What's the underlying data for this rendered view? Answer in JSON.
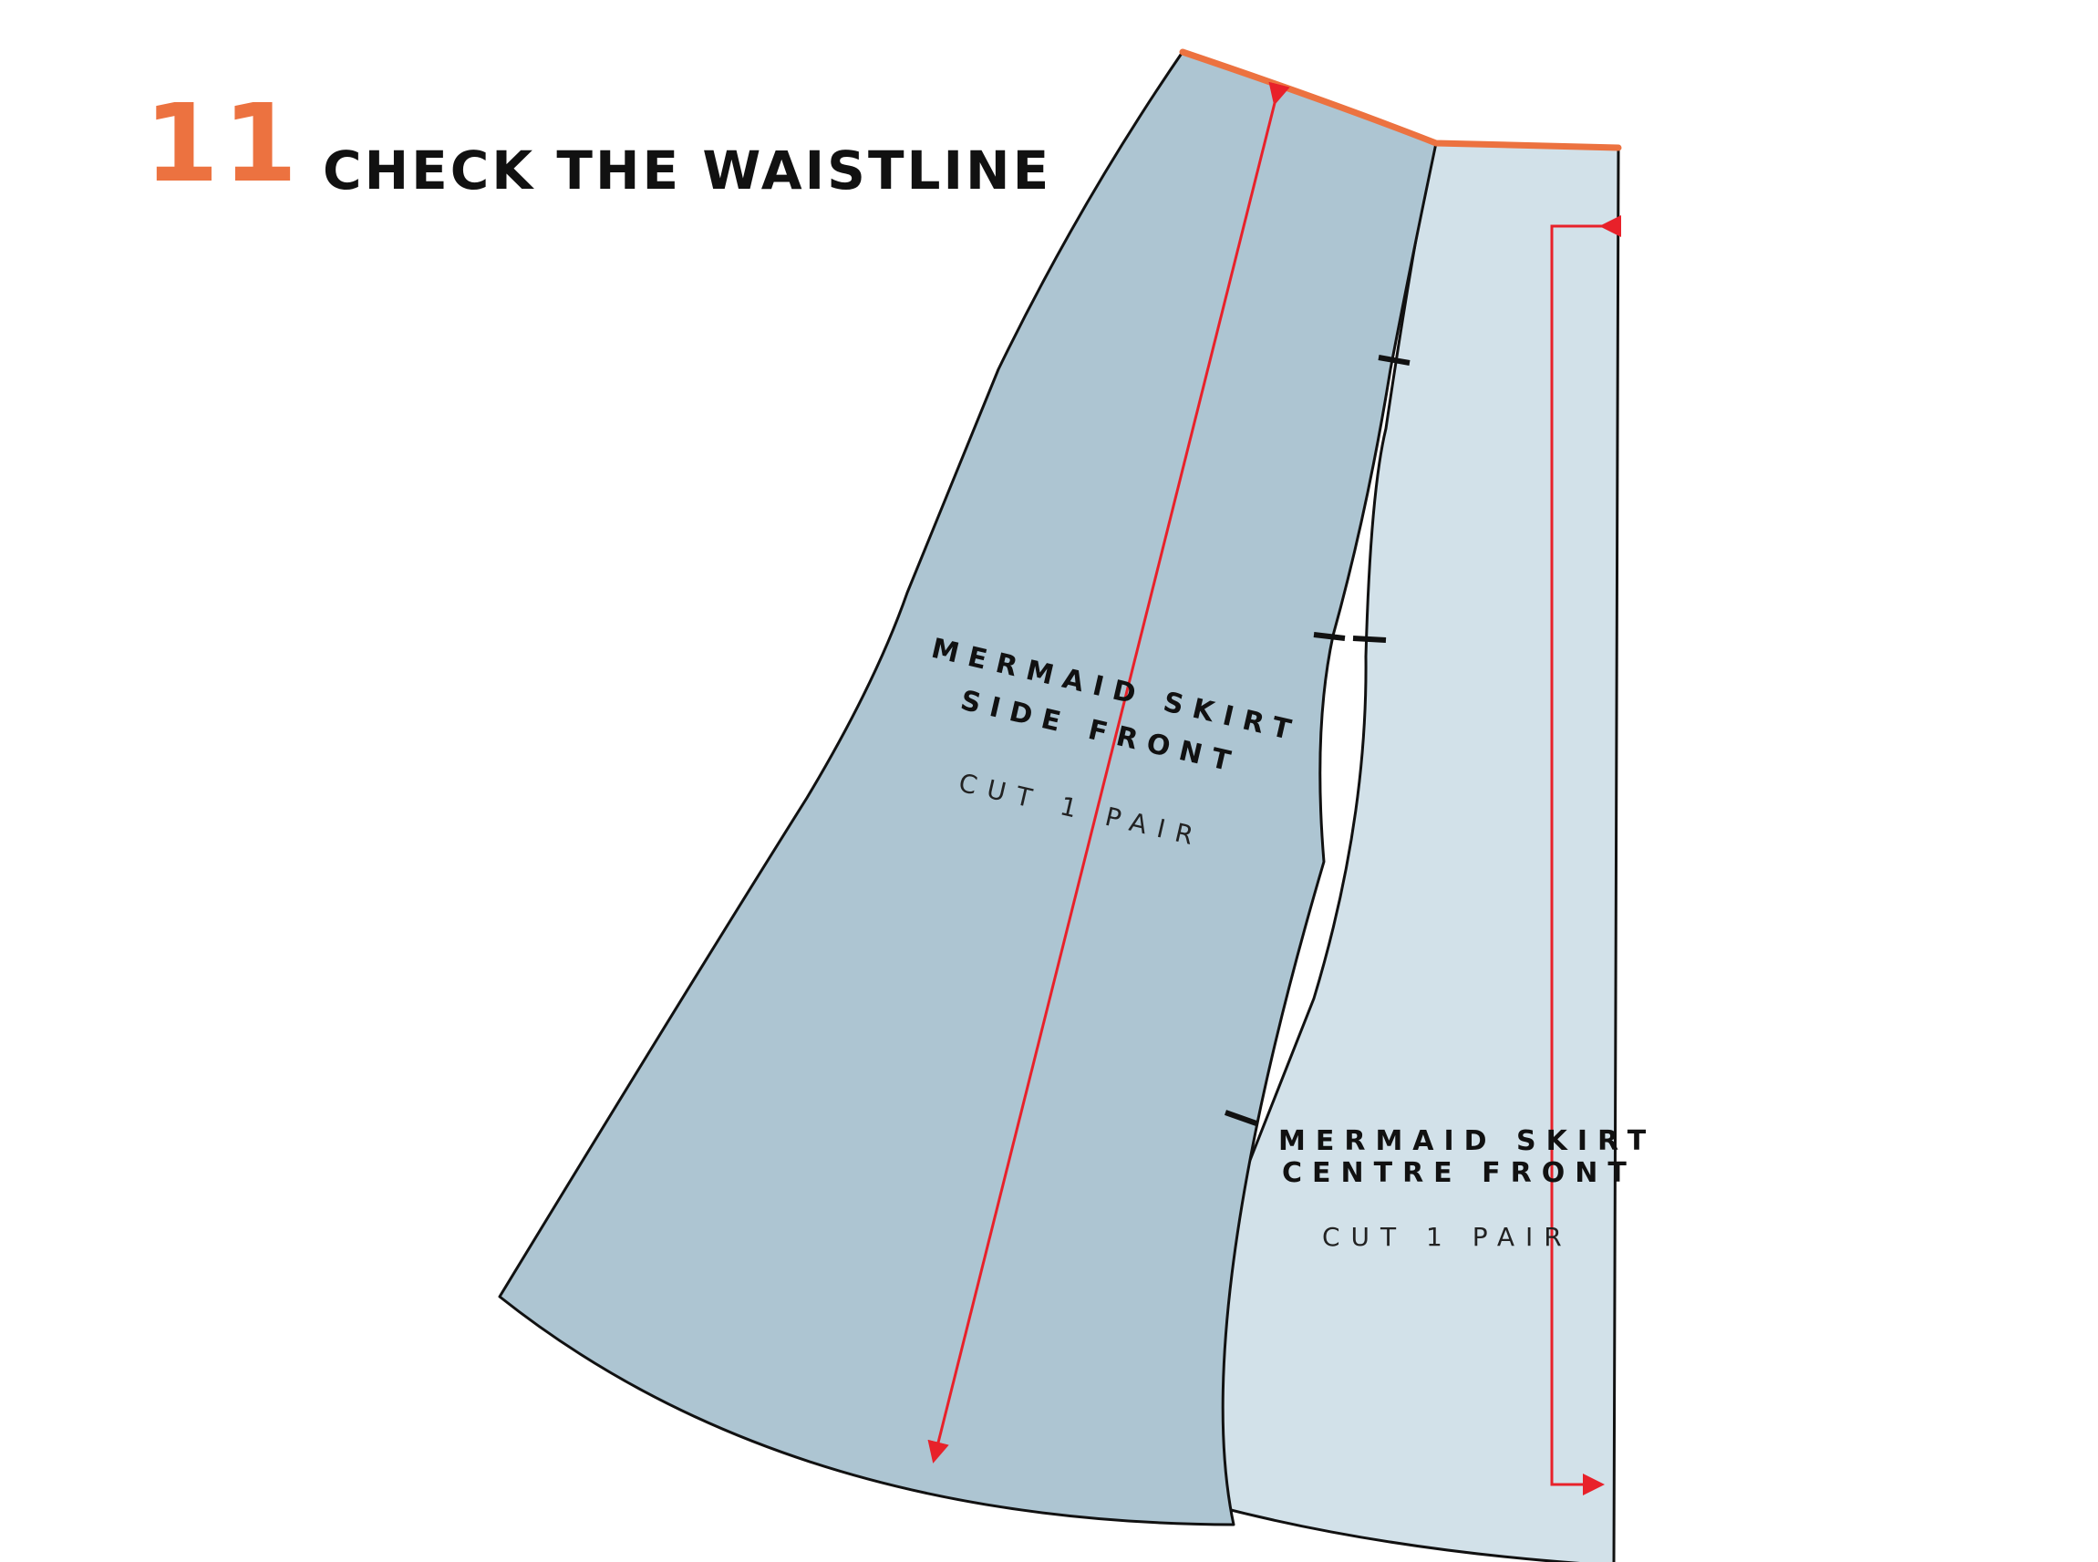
{
  "step": {
    "number": "11",
    "title": "CHECK THE WAISTLINE"
  },
  "colors": {
    "accent": "#ec7240",
    "side_front_fill": "#adc5d2",
    "centre_front_fill": "#d2e1e9",
    "measure_line": "#e8212a",
    "outline": "#111111"
  },
  "pieces": {
    "side_front": {
      "name_line1": "MERMAID SKIRT",
      "name_line2": "SIDE FRONT",
      "cut": "CUT 1 PAIR"
    },
    "centre_front": {
      "name_line1": "MERMAID SKIRT",
      "name_line2": "CENTRE FRONT",
      "cut": "CUT 1 PAIR"
    }
  },
  "icons": {
    "grainline_side_front": "double-arrow-icon",
    "grainline_centre_front": "bracket-arrow-icon",
    "notch": "notch-mark-icon"
  }
}
